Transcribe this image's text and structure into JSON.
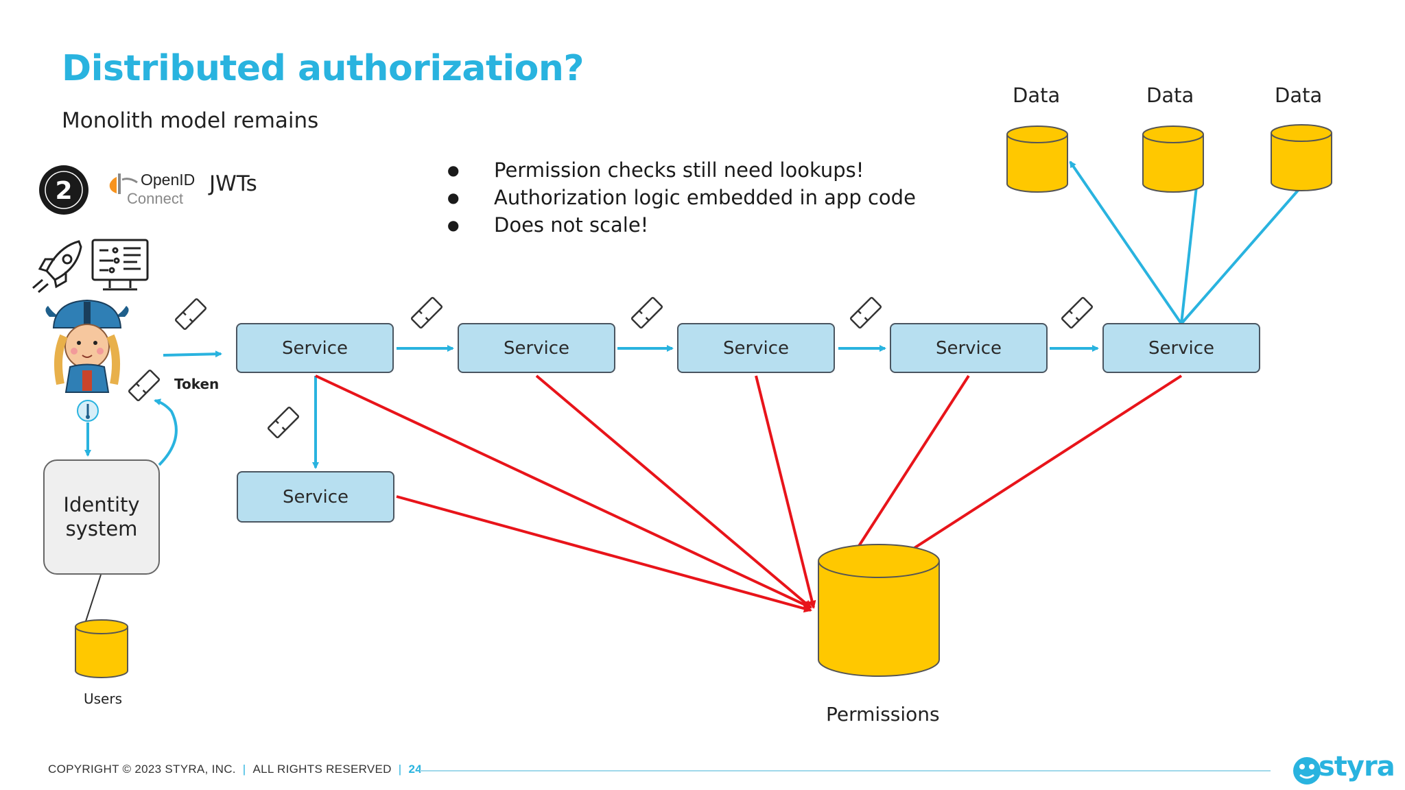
{
  "slide": {
    "title": "Distributed authorization?",
    "subtitle": "Monolith model remains",
    "bullets": [
      "Permission checks still need lookups!",
      "Authorization logic embedded in app code",
      "Does not scale!"
    ],
    "protocols": {
      "oauth_number": "2",
      "openid_line1": "OpenID",
      "openid_line2": "Connect",
      "jwts": "JWTs"
    }
  },
  "diagram": {
    "services": [
      "Service",
      "Service",
      "Service",
      "Service",
      "Service",
      "Service"
    ],
    "identity_system": "Identity system",
    "users_label": "Users",
    "token_label": "Token",
    "data_labels": [
      "Data",
      "Data",
      "Data"
    ],
    "permissions_label": "Permissions",
    "colors": {
      "flow_arrow": "#29b3df",
      "permission_arrow": "#e8141a",
      "database": "#ffc800",
      "service_fill": "#b7dff0"
    }
  },
  "footer": {
    "copyright": "COPYRIGHT © 2023 STYRA, INC.",
    "rights": "ALL RIGHTS RESERVED",
    "page": "24",
    "brand": "styra"
  }
}
